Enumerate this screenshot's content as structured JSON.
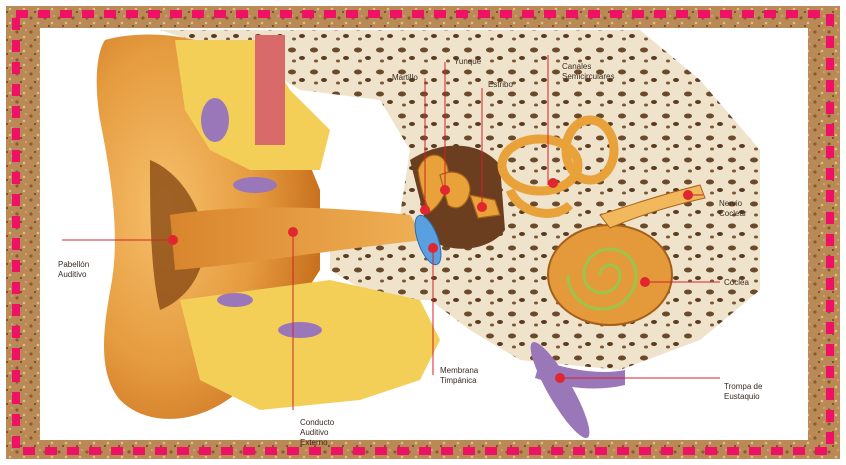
{
  "labels": {
    "martillo": "Martillo",
    "yunque": "Yunque",
    "estribo": "Estribo",
    "canales": [
      "Canales",
      "Semicirculares"
    ],
    "nervio": [
      "Nervio",
      "Coclear"
    ],
    "coclea": "Cóclea",
    "trompa": [
      "Trompa de",
      "Eustaquio"
    ],
    "membrana": [
      "Membrana",
      "Timpánica"
    ],
    "conducto": [
      "Conducto",
      "Auditivo",
      "Externo"
    ],
    "pabellon": [
      "Pabellón",
      "Auditivo"
    ]
  },
  "colors": {
    "border_dash": "#ee1166",
    "frame_cork": "#b98a55",
    "leader_line": "#d4202c",
    "marker": "#e0262e"
  },
  "icons": [
    "ear-anatomy-illustration"
  ]
}
